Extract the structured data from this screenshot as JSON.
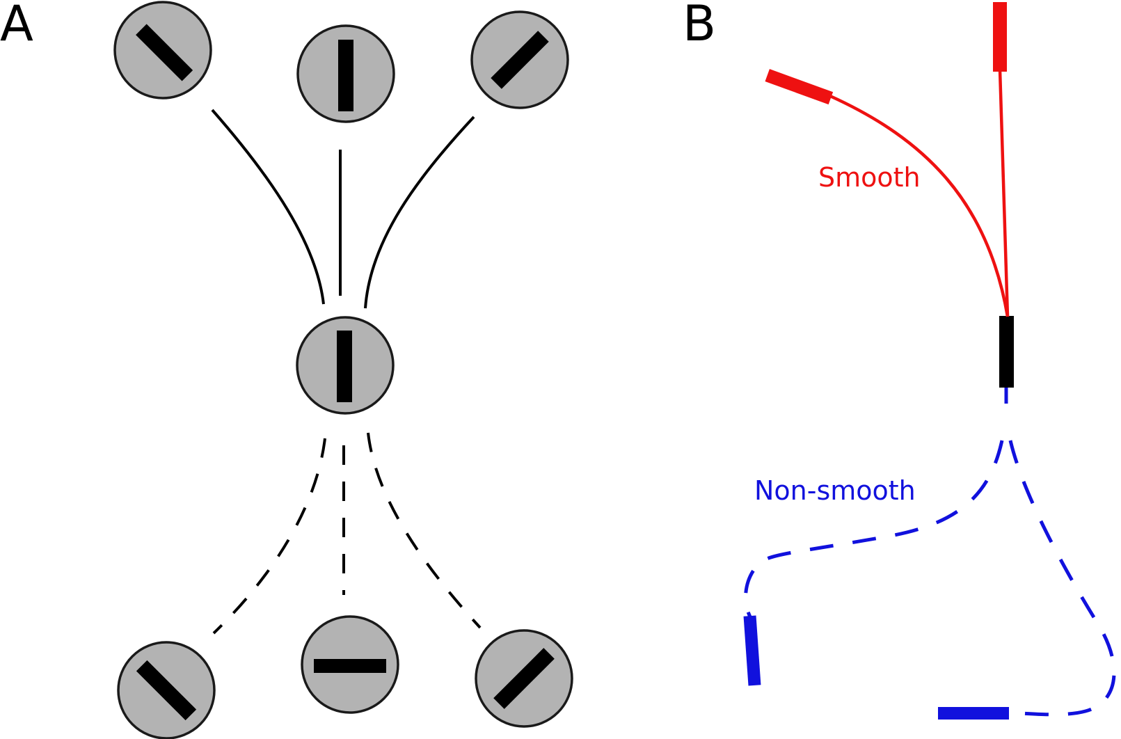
{
  "panels": {
    "a": {
      "label": "A"
    },
    "b": {
      "label": "B"
    }
  },
  "labels": {
    "smooth": "Smooth",
    "non_smooth": "Non-smooth"
  },
  "colors": {
    "node_fill": "#b3b3b3",
    "node_stroke": "#1a1a1a",
    "bar": "#000000",
    "smooth": "#ee1111",
    "non_smooth": "#1111dd"
  }
}
